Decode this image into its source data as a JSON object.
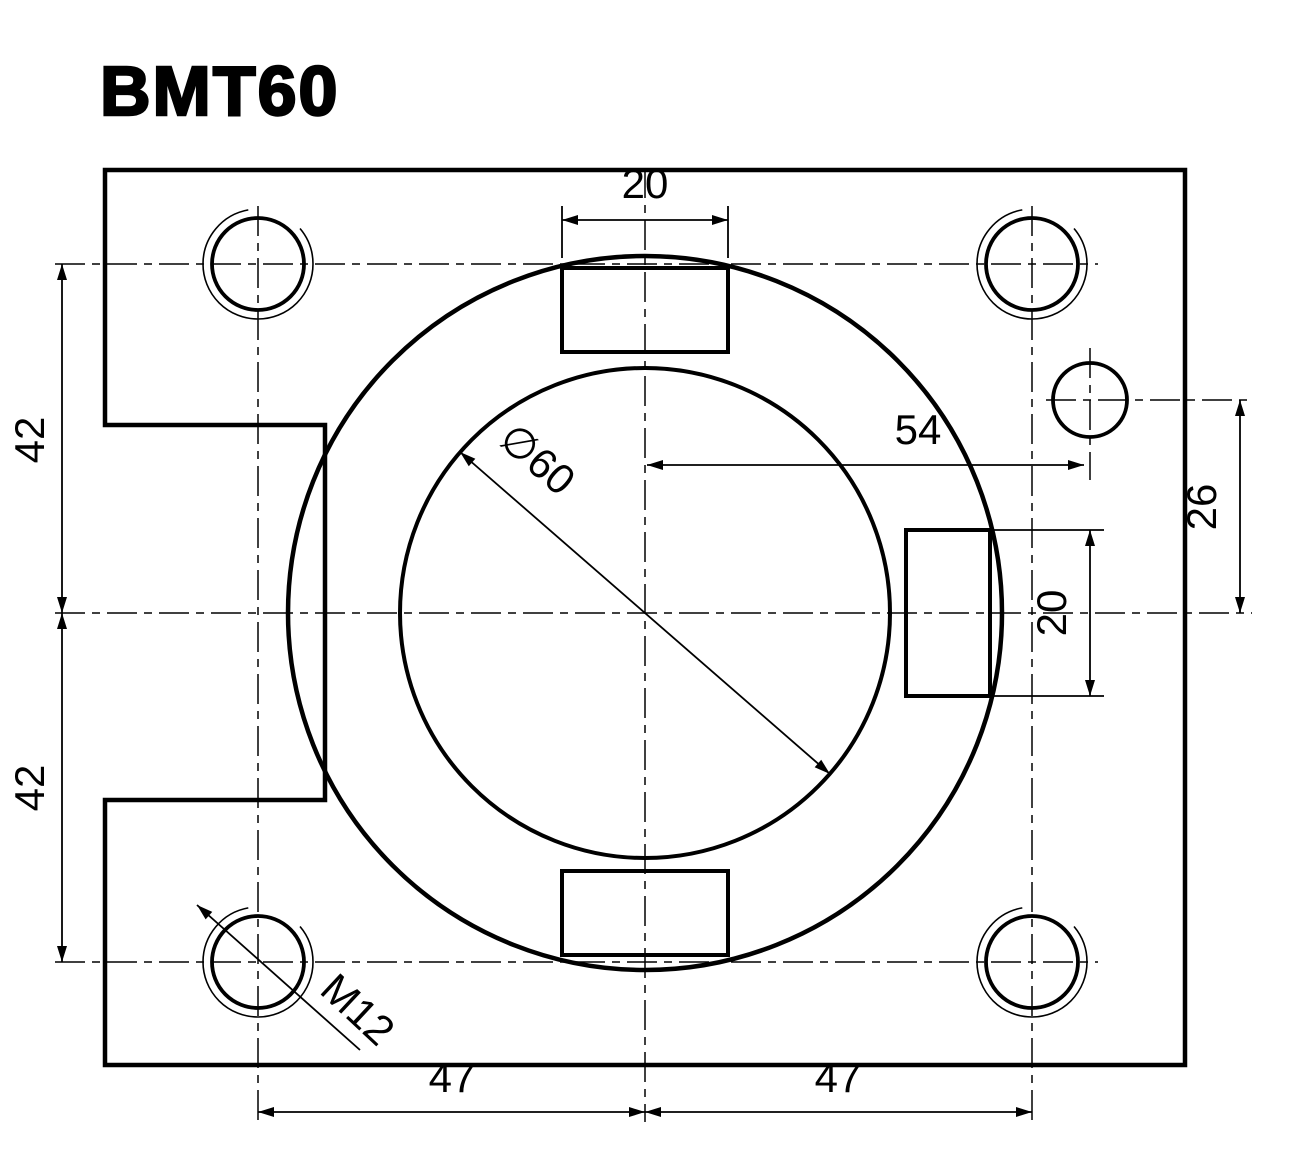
{
  "title": "BMT60",
  "colors": {
    "line": "#000000",
    "background": "#ffffff"
  },
  "drawing": {
    "type": "technical-drawing",
    "dimensions": {
      "slot_width_top": "20",
      "hole_offset_horizontal": "54",
      "hole_offset_vertical": "26",
      "slot_height_right": "20",
      "bolt_spacing_upper": "42",
      "bolt_spacing_lower": "42",
      "bolt_spacing_left": "47",
      "bolt_spacing_right": "47"
    },
    "labels": {
      "bore_diameter": "∅60",
      "thread_callout": "M12"
    }
  }
}
